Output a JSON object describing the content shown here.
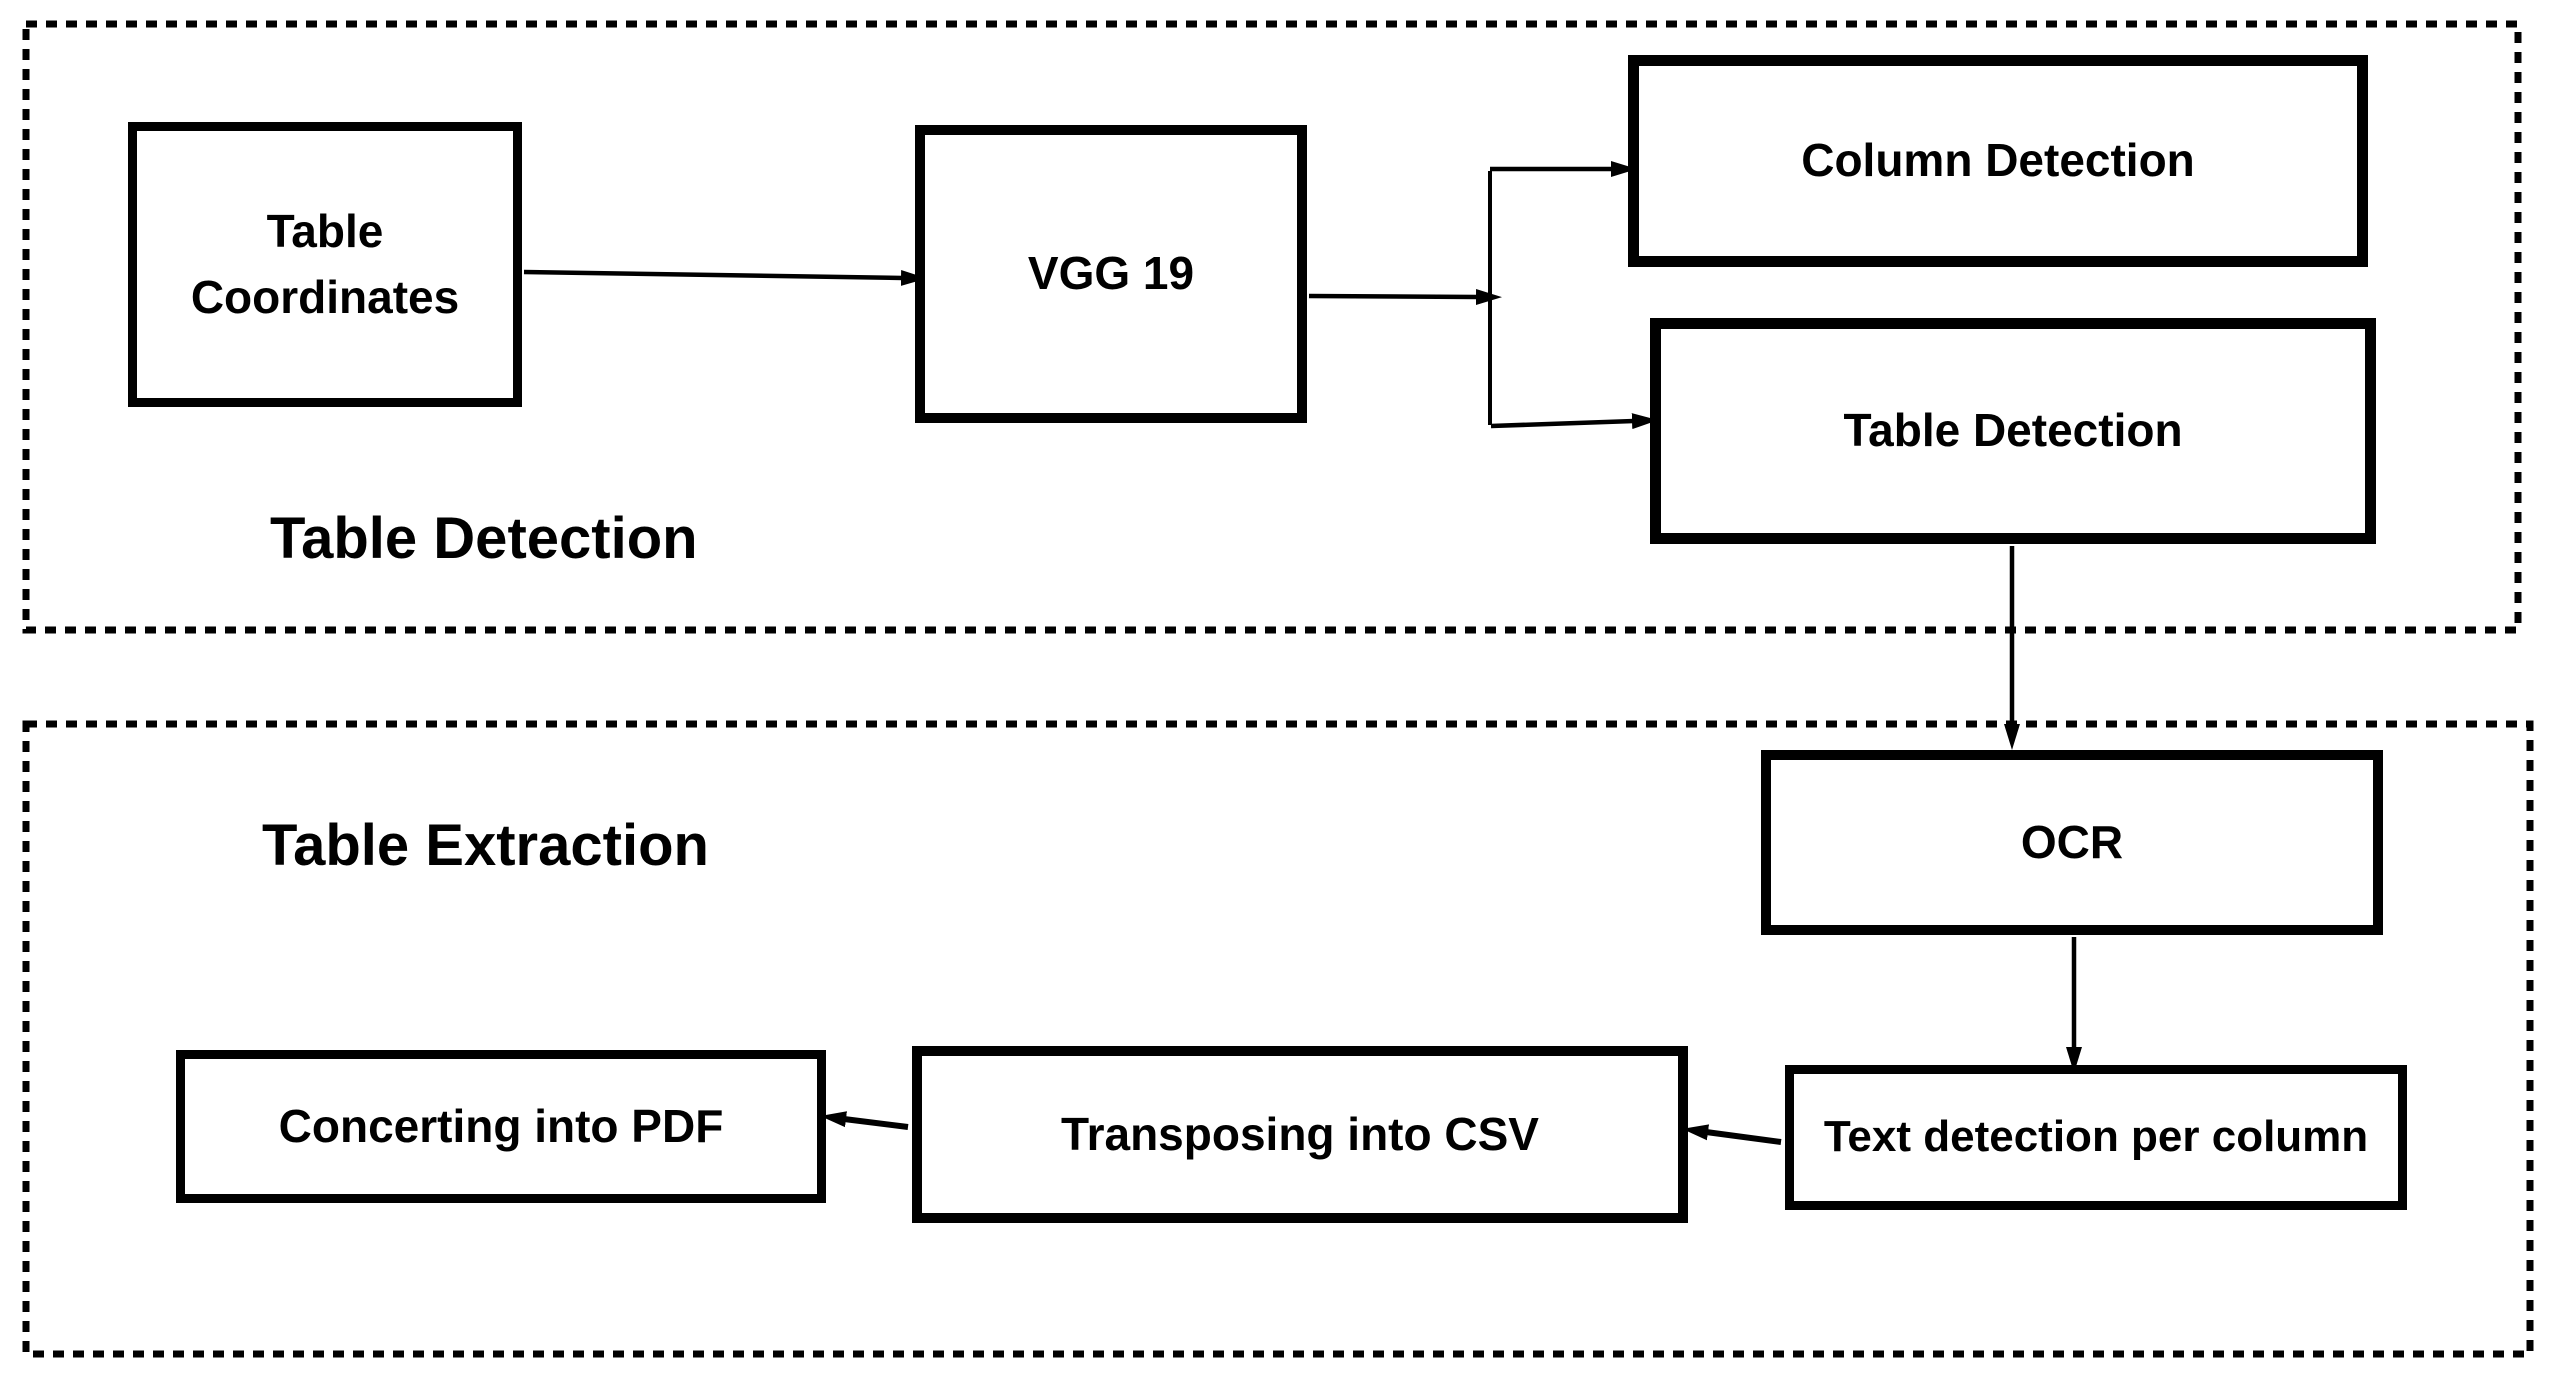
{
  "diagram": {
    "type": "flowchart",
    "background_color": "#ffffff",
    "line_color": "#000000",
    "sections": [
      {
        "id": "table-detection-section",
        "label": "Table Detection"
      },
      {
        "id": "table-extraction-section",
        "label": "Table Extraction"
      }
    ],
    "nodes": [
      {
        "id": "table-coordinates",
        "label": "Table Coordinates",
        "lines": [
          "Table",
          "Coordinates"
        ],
        "section": "table-detection-section"
      },
      {
        "id": "vgg-19",
        "label": "VGG 19",
        "section": "table-detection-section"
      },
      {
        "id": "column-detection",
        "label": "Column Detection",
        "section": "table-detection-section"
      },
      {
        "id": "table-detection",
        "label": "Table Detection",
        "section": "table-detection-section"
      },
      {
        "id": "ocr",
        "label": "OCR",
        "section": "table-extraction-section"
      },
      {
        "id": "text-detection-per-column",
        "label": "Text detection per column",
        "section": "table-extraction-section"
      },
      {
        "id": "transposing-into-csv",
        "label": "Transposing into CSV",
        "section": "table-extraction-section"
      },
      {
        "id": "concerting-into-pdf",
        "label": "Concerting into PDF",
        "section": "table-extraction-section"
      }
    ],
    "edges": [
      {
        "from": "table-coordinates",
        "to": "vgg-19"
      },
      {
        "from": "vgg-19",
        "to": "branch-junction"
      },
      {
        "from": "branch-junction",
        "to": "column-detection"
      },
      {
        "from": "branch-junction",
        "to": "table-detection"
      },
      {
        "from": "table-detection",
        "to": "ocr"
      },
      {
        "from": "ocr",
        "to": "text-detection-per-column"
      },
      {
        "from": "text-detection-per-column",
        "to": "transposing-into-csv"
      },
      {
        "from": "transposing-into-csv",
        "to": "concerting-into-pdf"
      }
    ]
  }
}
